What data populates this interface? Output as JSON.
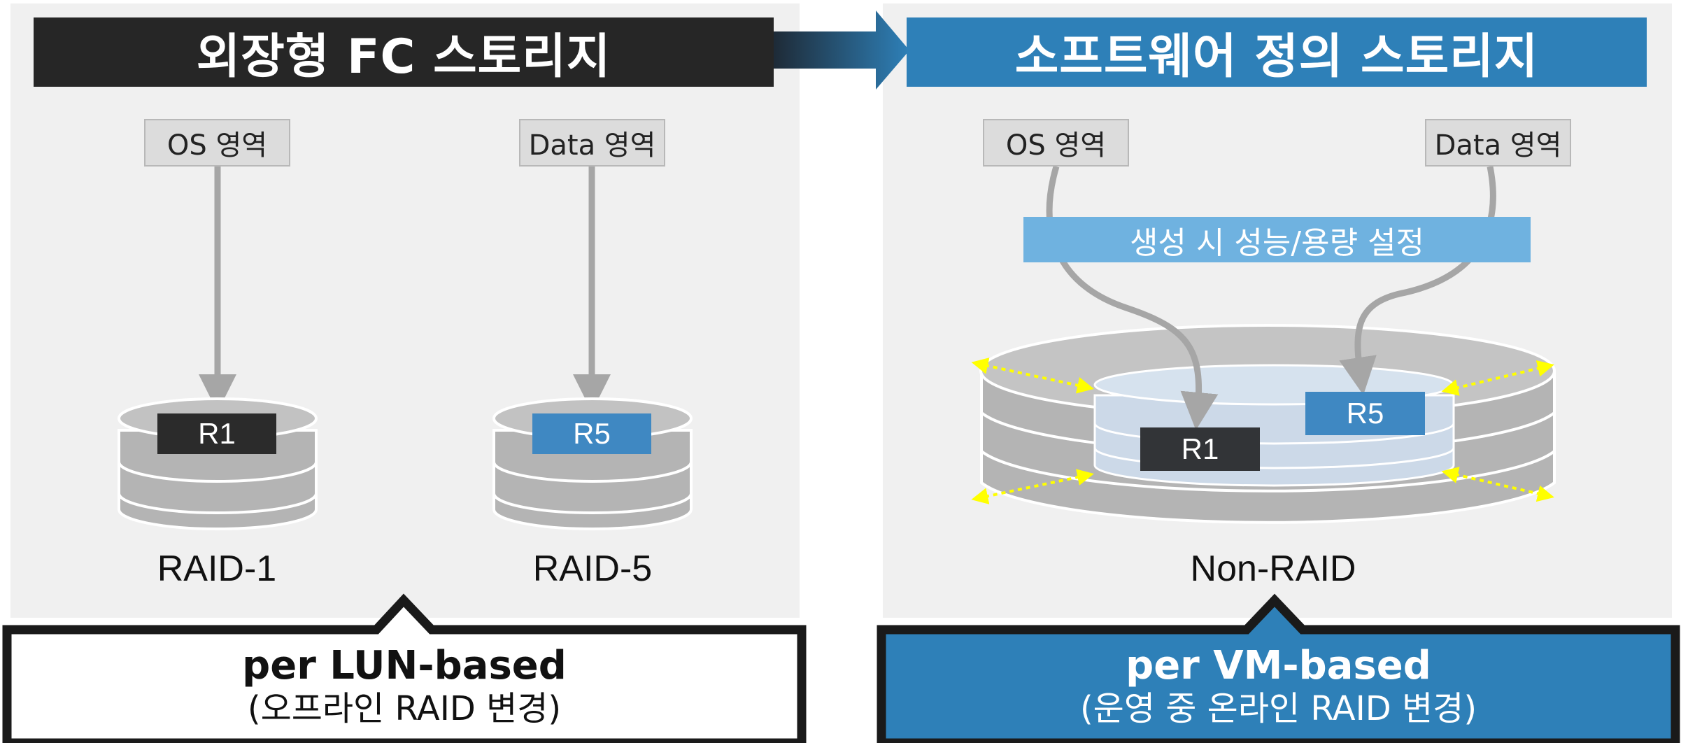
{
  "left": {
    "title": "외장형 FC 스토리지",
    "os_label": "OS 영역",
    "data_label": "Data 영역",
    "r1_tag": "R1",
    "r5_tag": "R5",
    "raid1_label": "RAID-1",
    "raid5_label": "RAID-5",
    "callout_main": "per LUN-based",
    "callout_sub": "(오프라인 RAID 변경)"
  },
  "right": {
    "title": "소프트웨어 정의 스토리지",
    "os_label": "OS 영역",
    "data_label": "Data 영역",
    "config_label": "생성 시 성능/용량 설정",
    "r1_tag": "R1",
    "r5_tag": "R5",
    "nonraid_label": "Non-RAID",
    "callout_main": "per VM-based",
    "callout_sub": "(운영 중 온라인 RAID 변경)"
  },
  "colors": {
    "dark": "#262626",
    "blue": "#2e80b8",
    "light_blue": "#6fb2e0",
    "panel_bg": "#f0f0f0",
    "disk_gray": "#b4b4b4",
    "disk_light": "#ccd9e8",
    "arrow_gray": "#a6a6a6",
    "dotted_yellow": "#ffff00"
  }
}
